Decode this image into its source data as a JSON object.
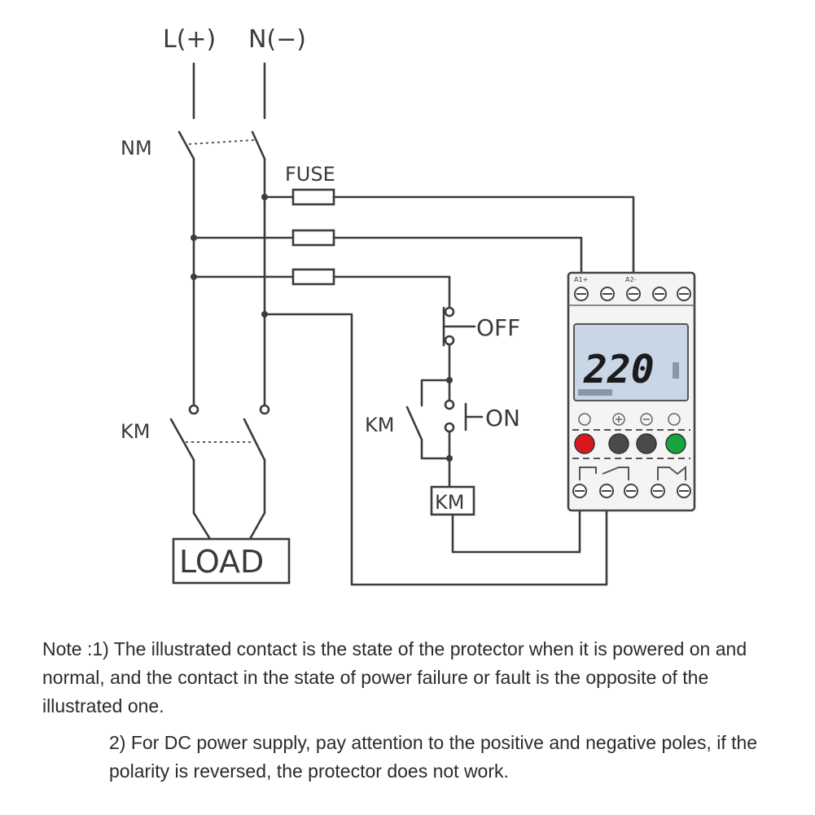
{
  "labels": {
    "line_pos": "L(+)",
    "line_neg": "N(−)",
    "nm": "NM",
    "fuse": "FUSE",
    "km_main": "KM",
    "km_aux": "KM",
    "off": "OFF",
    "on": "ON",
    "km_coil": "KM",
    "load": "LOAD"
  },
  "device": {
    "display_value": "220",
    "terminal_a1": "A1+",
    "terminal_a2": "A2-",
    "led_colors": [
      "#d8181f",
      "#4a4a4a",
      "#4a4a4a",
      "#15a53c"
    ],
    "screen_color": "#c9d6e6"
  },
  "notes": {
    "note1": "Note :1) The illustrated contact is the state of the protector when it is powered on and normal, and the contact in the state of power failure or fault is the opposite of the illustrated one.",
    "note2": "2) For DC power supply, pay attention to the positive and negative poles, if the polarity is reversed, the protector does not work."
  }
}
